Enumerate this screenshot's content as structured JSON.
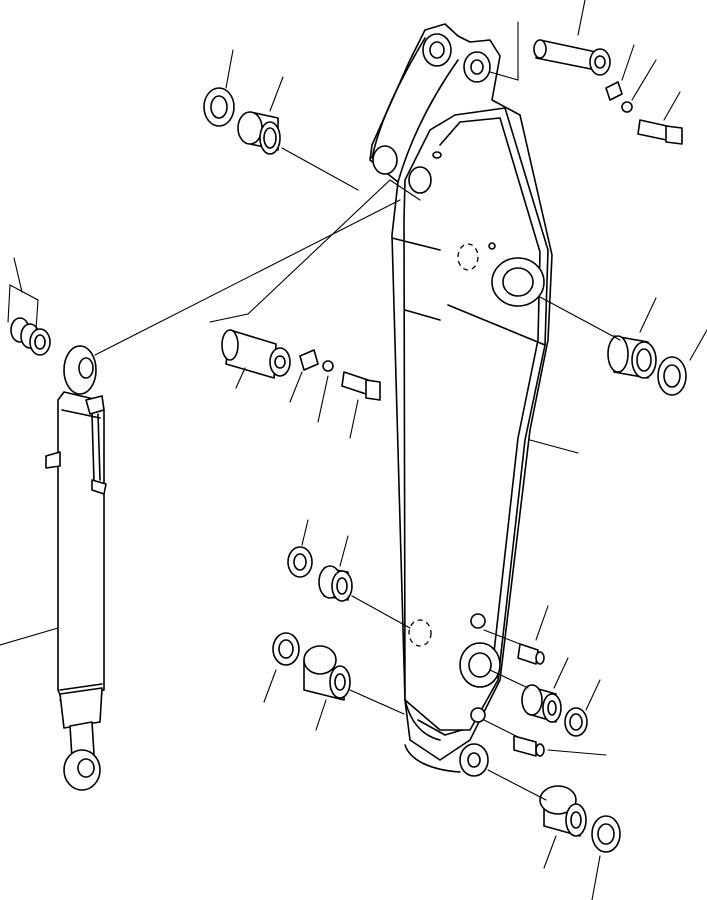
{
  "diagram": {
    "kind": "exploded-parts-view",
    "assemblies": [
      "arm",
      "arm-cylinder",
      "pins",
      "bushings",
      "seals",
      "shims",
      "grease-fittings",
      "bolts"
    ],
    "callout_labels": []
  }
}
